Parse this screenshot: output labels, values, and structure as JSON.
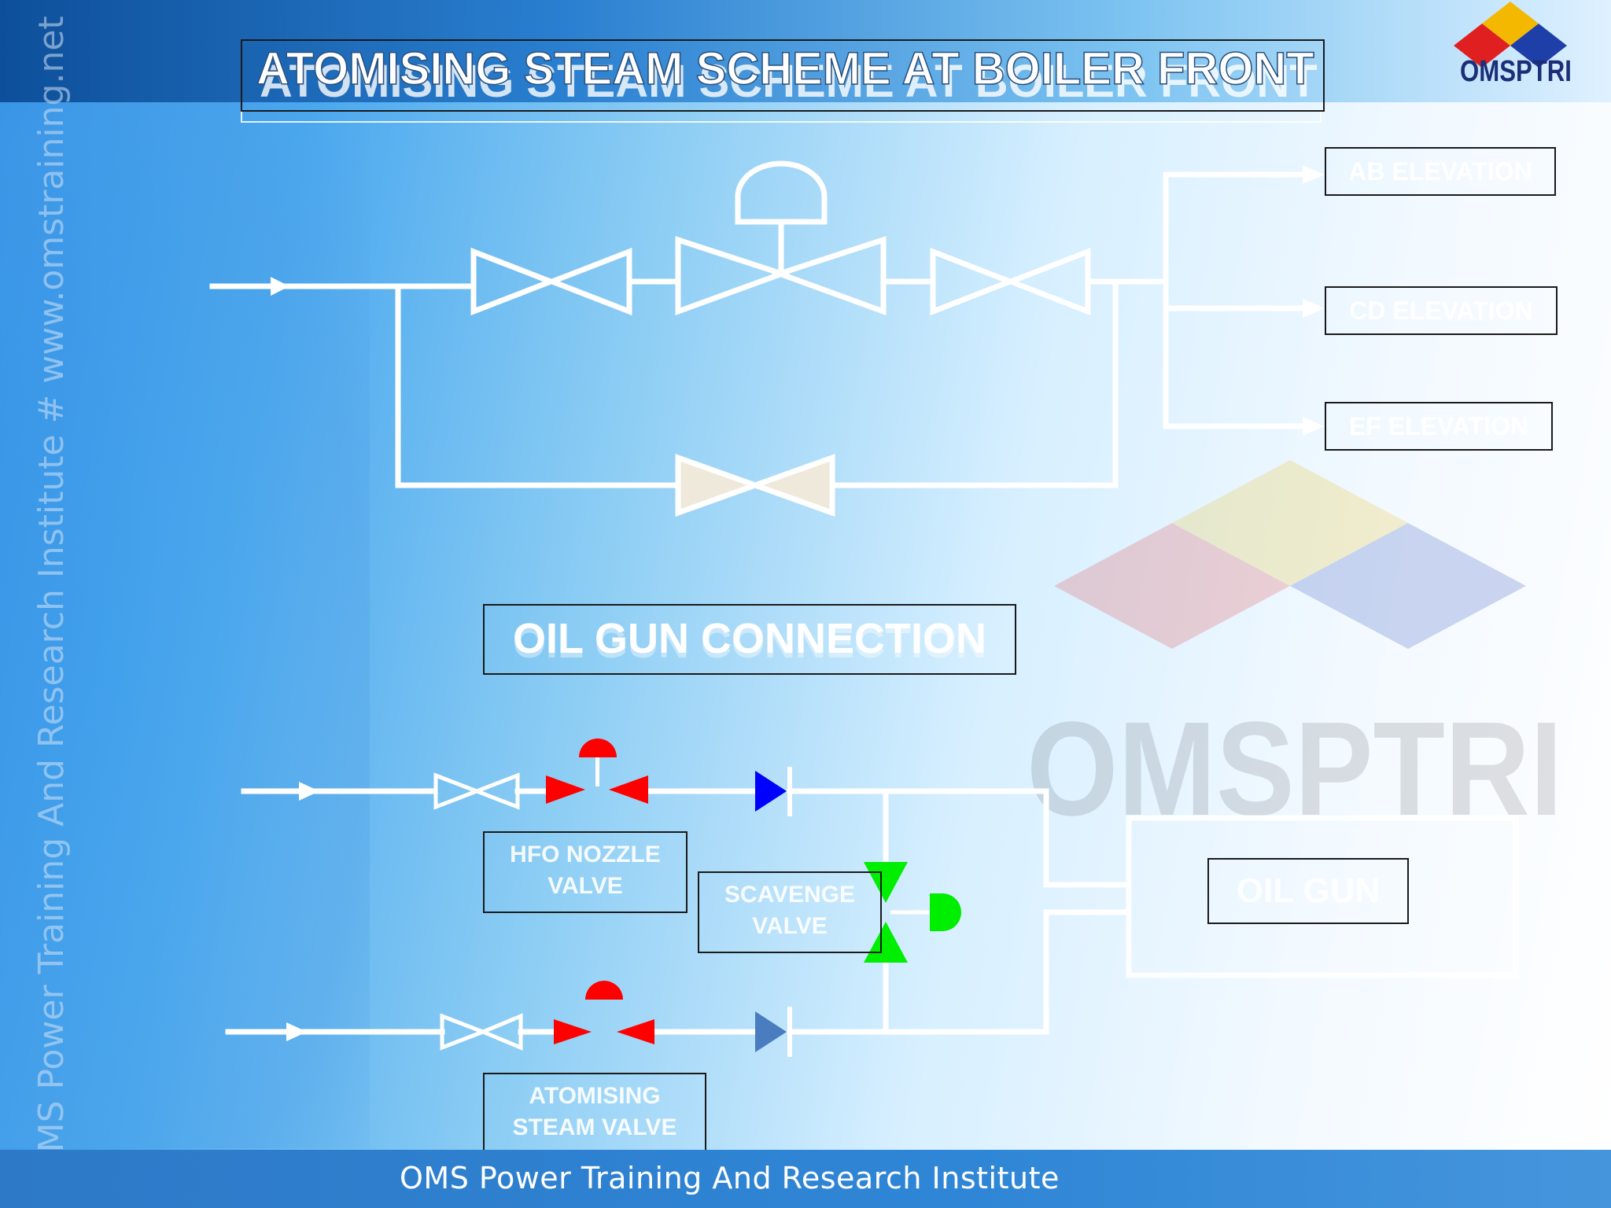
{
  "slide": {
    "title": "ATOMISING STEAM SCHEME AT BOILER FRONT",
    "footer": "OMS Power Training And Research Institute",
    "side_watermark": "OMS Power Training And Research Institute # www.omstraining.net",
    "logo_text": "OMSPTRI",
    "watermark_text": "OMSPTRI"
  },
  "header_scheme": {
    "outputs": [
      "AB ELEVATION",
      "CD ELEVATION",
      "EF ELEVATION"
    ]
  },
  "oil_gun": {
    "section_label": "OIL GUN CONNECTION",
    "hfo_nozzle_valve": "HFO NOZZLE VALVE",
    "scavenge_valve": "SCAVENGE VALVE",
    "oil_gun": "OIL GUN",
    "atomising_steam_valve": "ATOMISING STEAM VALVE"
  },
  "colors": {
    "pipe": "#ffffff",
    "actuated_valve": "#ff0000",
    "check_valve_1": "#0000ff",
    "check_valve_2": "#4a7dbf",
    "scavenge_valve": "#00ee00",
    "bypass_valve_fill": "#efe9dc"
  }
}
